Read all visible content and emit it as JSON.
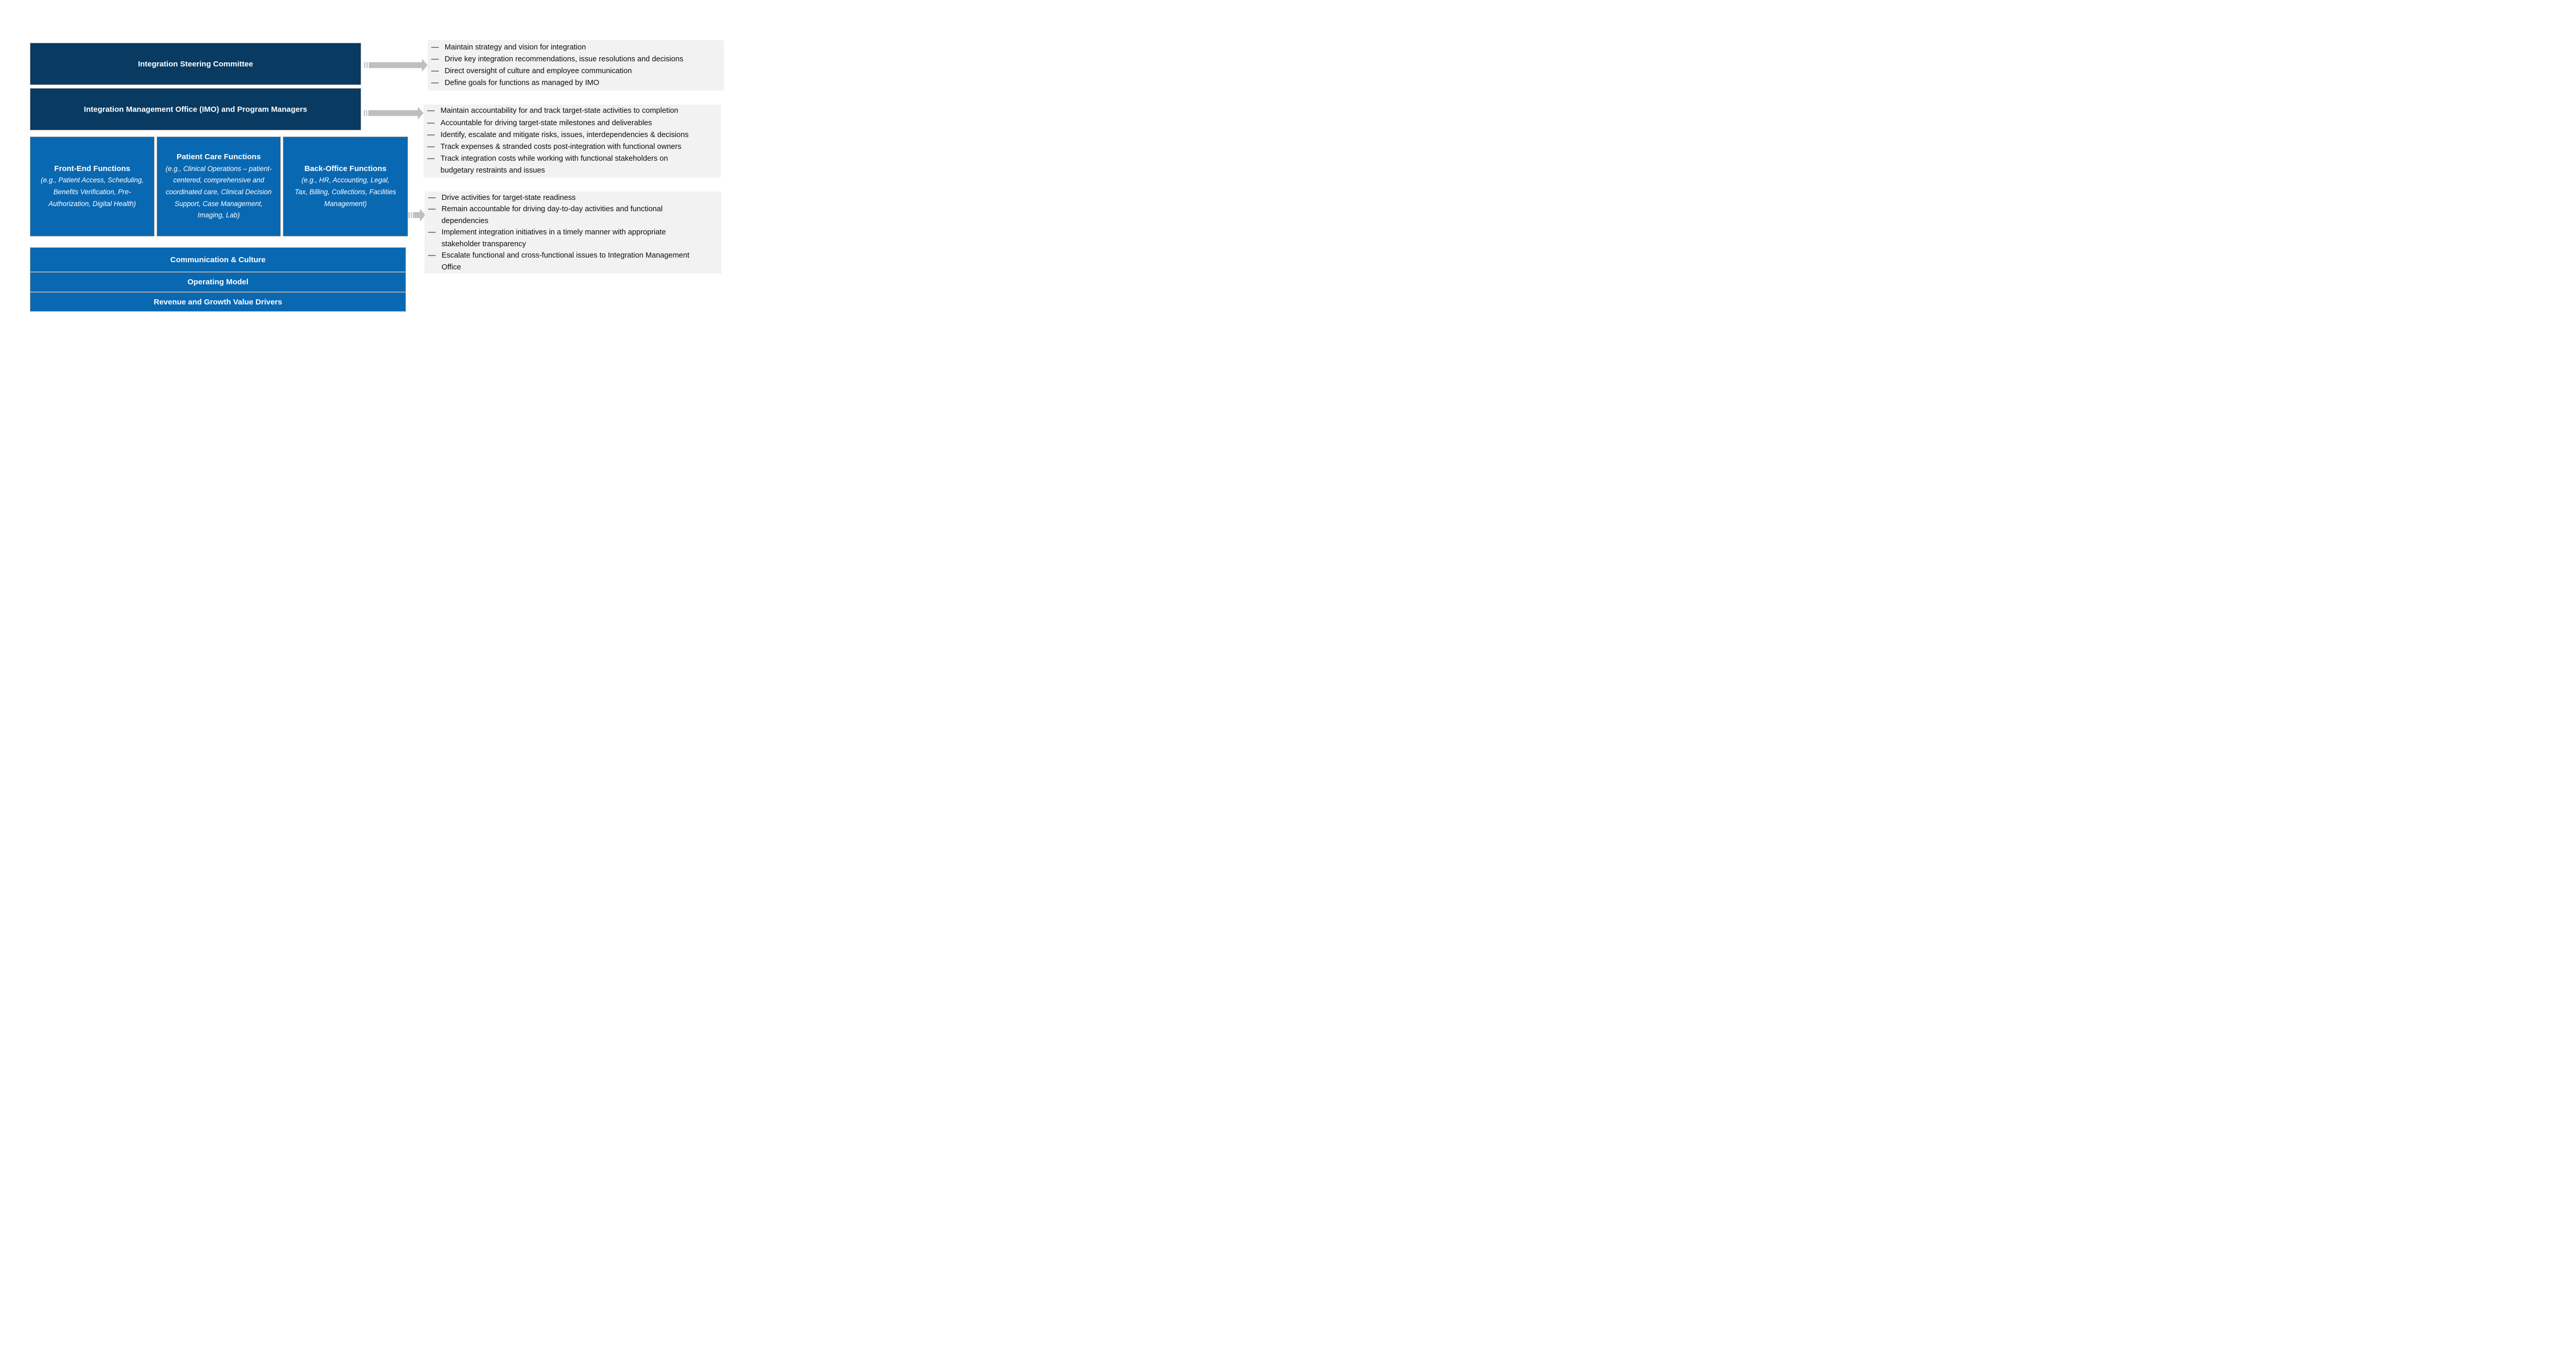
{
  "colors": {
    "navy": "#083A62",
    "blue": "#0968B2",
    "arrow_gray": "#BFBFBF",
    "panel_bg": "#F2F2F3",
    "border_gray": "#ABABAB",
    "text": "#0D0D0D"
  },
  "bullet": "—",
  "governance": {
    "steering_committee": "Integration Steering Committee",
    "imo": "Integration Management Office (IMO) and Program Managers"
  },
  "function_boxes": [
    {
      "title": "Front-End Functions",
      "subtitle_lines": [
        "(e.g., Patient Access, Scheduling,",
        "Benefits Verification, Pre-",
        "Authorization, Digital Health)"
      ]
    },
    {
      "title": "Patient Care Functions",
      "subtitle_lines": [
        "(e.g., Clinical Operations – patient-",
        "centered, comprehensive and",
        "coordinated care, Clinical Decision",
        "Support, Case Management,",
        "Imaging, Lab)"
      ]
    },
    {
      "title": "Back-Office Functions",
      "subtitle_lines": [
        "(e.g., HR, Accounting, Legal,",
        "Tax, Billing, Collections, Facilities",
        "Management)"
      ]
    }
  ],
  "foundation_bars": [
    "Communication & Culture",
    "Operating Model",
    "Revenue and Growth Value Drivers"
  ],
  "responsibility_panels": [
    {
      "items": [
        {
          "lines": [
            "Maintain strategy and vision for integration"
          ]
        },
        {
          "lines": [
            "Drive key integration recommendations, issue resolutions and decisions"
          ]
        },
        {
          "lines": [
            "Direct oversight of culture and employee communication"
          ]
        },
        {
          "lines": [
            "Define goals for functions as managed by IMO"
          ]
        }
      ]
    },
    {
      "items": [
        {
          "lines": [
            "Maintain accountability for and track target-state activities to completion"
          ]
        },
        {
          "lines": [
            "Accountable for driving target-state milestones and deliverables"
          ]
        },
        {
          "lines": [
            "Identify, escalate and mitigate risks, issues, interdependencies & decisions"
          ]
        },
        {
          "lines": [
            "Track expenses & stranded costs post-integration with functional owners"
          ]
        },
        {
          "lines": [
            "Track integration costs while working with functional stakeholders on",
            "budgetary restraints and issues"
          ]
        }
      ]
    },
    {
      "items": [
        {
          "lines": [
            "Drive activities for target-state readiness"
          ]
        },
        {
          "lines": [
            "Remain accountable for driving day-to-day activities and functional",
            "dependencies"
          ]
        },
        {
          "lines": [
            "Implement integration initiatives in a timely manner with appropriate",
            "stakeholder transparency"
          ]
        },
        {
          "lines": [
            "Escalate functional and cross-functional issues to Integration Management",
            "Office"
          ]
        }
      ]
    }
  ]
}
